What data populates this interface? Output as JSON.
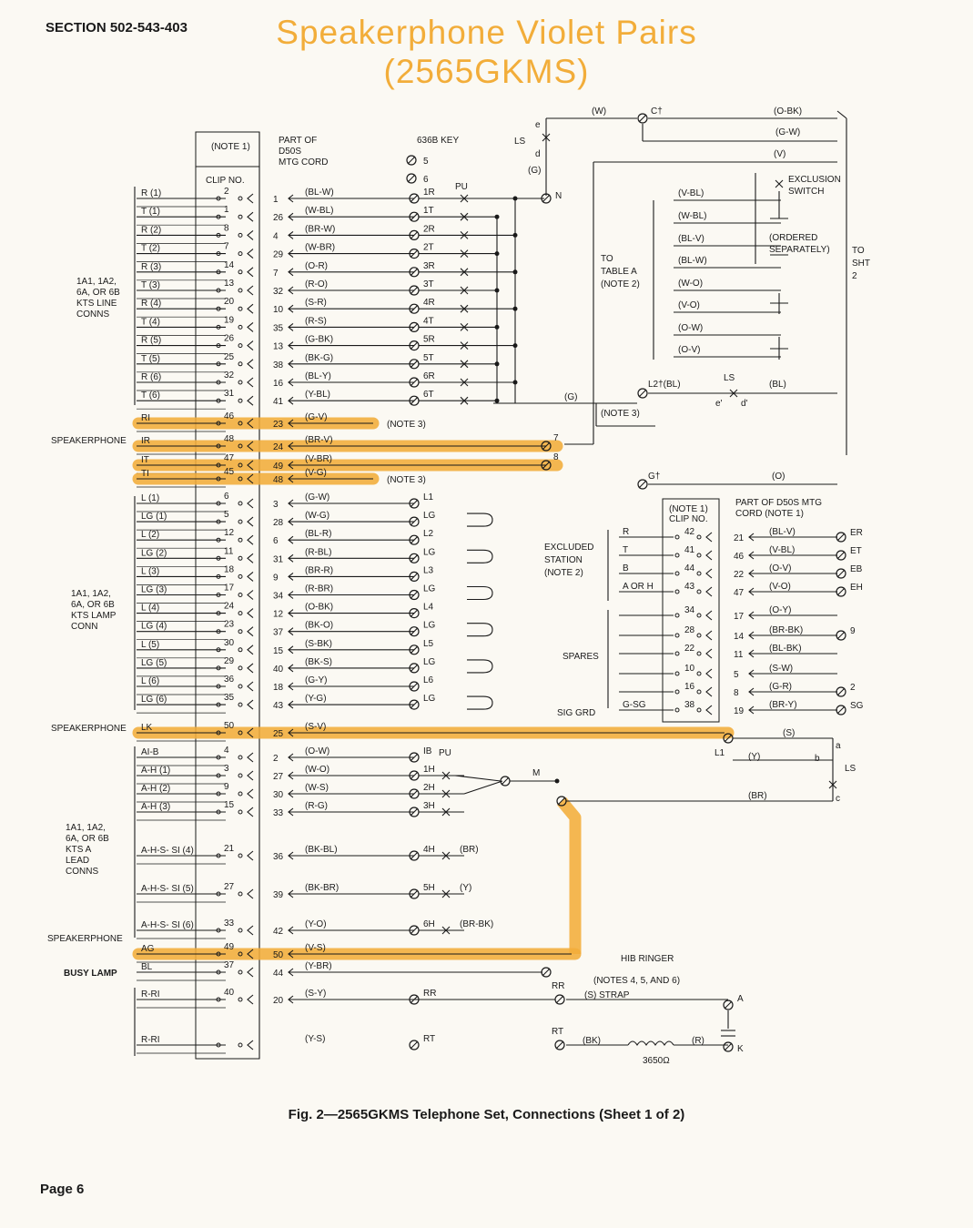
{
  "header": {
    "section": "SECTION 502-543-403",
    "page": "Page 6"
  },
  "title": {
    "line1": "Speakerphone Violet Pairs",
    "line2": "(2565GKMS)"
  },
  "caption": "Fig. 2—2565GKMS Telephone Set, Connections (Sheet 1 of 2)",
  "colors": {
    "highlight": "#f2ad3a",
    "ink": "#1a1a1a",
    "paper": "#fbf9f3"
  },
  "labels": {
    "note1": "(NOTE 1)",
    "clip_no": "CLIP NO.",
    "part_of_d50s": [
      "PART OF",
      "D50S",
      "MTG CORD"
    ],
    "key": "636B KEY",
    "pu": "PU",
    "ls": "LS",
    "kts_line": [
      "1A1, 1A2,",
      "6A, OR 6B",
      "KTS LINE",
      "CONNS"
    ],
    "kts_lamp": [
      "1A1, 1A2,",
      "6A, OR 6B",
      "KTS LAMP",
      "CONN"
    ],
    "kts_lead": [
      "1A1, 1A2,",
      "6A, OR 6B",
      "KTS A",
      "LEAD",
      "CONNS"
    ],
    "speakerphone": "SPEAKERPHONE",
    "busy_lamp": "BUSY LAMP",
    "exclusion": [
      "EXCLUSION",
      "SWITCH"
    ],
    "ordered": [
      "(ORDERED",
      "SEPARATELY)"
    ],
    "to_table": [
      "TO",
      "TABLE A",
      "(NOTE 2)"
    ],
    "to_sht": [
      "TO",
      "SHT",
      "2"
    ],
    "note3": "(NOTE 3)",
    "excluded": [
      "EXCLUDED",
      "STATION",
      "(NOTE 2)"
    ],
    "spares": "SPARES",
    "sig_grd": "SIG GRD",
    "d50s_right": [
      "PART OF D50S MTG",
      "CORD (NOTE 1)"
    ],
    "ringer": "HIB RINGER",
    "ringer_notes": "(NOTES 4, 5, AND 6)",
    "strap": "(S)  STRAP",
    "ohms": "3650Ω",
    "key_5": "5",
    "key_6": "6"
  },
  "line_rows": [
    {
      "lead": "R (1)",
      "clip": "2",
      "pin": "1",
      "wire": "(BL-W)",
      "term": "1R"
    },
    {
      "lead": "T (1)",
      "clip": "1",
      "pin": "26",
      "wire": "(W-BL)",
      "term": "1T"
    },
    {
      "lead": "R (2)",
      "clip": "8",
      "pin": "4",
      "wire": "(BR-W)",
      "term": "2R"
    },
    {
      "lead": "T (2)",
      "clip": "7",
      "pin": "29",
      "wire": "(W-BR)",
      "term": "2T"
    },
    {
      "lead": "R (3)",
      "clip": "14",
      "pin": "7",
      "wire": "(O-R)",
      "term": "3R"
    },
    {
      "lead": "T (3)",
      "clip": "13",
      "pin": "32",
      "wire": "(R-O)",
      "term": "3T"
    },
    {
      "lead": "R (4)",
      "clip": "20",
      "pin": "10",
      "wire": "(S-R)",
      "term": "4R"
    },
    {
      "lead": "T (4)",
      "clip": "19",
      "pin": "35",
      "wire": "(R-S)",
      "term": "4T"
    },
    {
      "lead": "R (5)",
      "clip": "26",
      "pin": "13",
      "wire": "(G-BK)",
      "term": "5R"
    },
    {
      "lead": "T (5)",
      "clip": "25",
      "pin": "38",
      "wire": "(BK-G)",
      "term": "5T"
    },
    {
      "lead": "R (6)",
      "clip": "32",
      "pin": "16",
      "wire": "(BL-Y)",
      "term": "6R"
    },
    {
      "lead": "T (6)",
      "clip": "31",
      "pin": "41",
      "wire": "(Y-BL)",
      "term": "6T"
    }
  ],
  "speaker_rows": [
    {
      "lead": "RI",
      "clip": "46",
      "pin": "23",
      "wire": "(G-V)",
      "end": "(NOTE 3)"
    },
    {
      "lead": "IR",
      "clip": "48",
      "pin": "24",
      "wire": "(BR-V)",
      "end": "7"
    },
    {
      "lead": "IT",
      "clip": "47",
      "pin": "49",
      "wire": "(V-BR)",
      "end": "8"
    },
    {
      "lead": "TI",
      "clip": "45",
      "pin": "48",
      "wire": "(V-G)",
      "end": "(NOTE 3)"
    }
  ],
  "lamp_rows": [
    {
      "lead": "L (1)",
      "clip": "6",
      "pin": "3",
      "wire": "(G-W)",
      "term": "L1"
    },
    {
      "lead": "LG (1)",
      "clip": "5",
      "pin": "28",
      "wire": "(W-G)",
      "term": "LG"
    },
    {
      "lead": "L (2)",
      "clip": "12",
      "pin": "6",
      "wire": "(BL-R)",
      "term": "L2"
    },
    {
      "lead": "LG (2)",
      "clip": "11",
      "pin": "31",
      "wire": "(R-BL)",
      "term": "LG"
    },
    {
      "lead": "L (3)",
      "clip": "18",
      "pin": "9",
      "wire": "(BR-R)",
      "term": "L3"
    },
    {
      "lead": "LG (3)",
      "clip": "17",
      "pin": "34",
      "wire": "(R-BR)",
      "term": "LG"
    },
    {
      "lead": "L (4)",
      "clip": "24",
      "pin": "12",
      "wire": "(O-BK)",
      "term": "L4"
    },
    {
      "lead": "LG (4)",
      "clip": "23",
      "pin": "37",
      "wire": "(BK-O)",
      "term": "LG"
    },
    {
      "lead": "L (5)",
      "clip": "30",
      "pin": "15",
      "wire": "(S-BK)",
      "term": "L5"
    },
    {
      "lead": "LG (5)",
      "clip": "29",
      "pin": "40",
      "wire": "(BK-S)",
      "term": "LG"
    },
    {
      "lead": "L (6)",
      "clip": "36",
      "pin": "18",
      "wire": "(G-Y)",
      "term": "L6"
    },
    {
      "lead": "LG (6)",
      "clip": "35",
      "pin": "43",
      "wire": "(Y-G)",
      "term": "LG"
    }
  ],
  "lk_row": {
    "lead": "LK",
    "clip": "50",
    "pin": "25",
    "wire": "(S-V)",
    "end": "L1",
    "right_wire": "(S)"
  },
  "a_rows": [
    {
      "lead": "AI-B",
      "clip": "4",
      "pin": "2",
      "wire": "(O-W)",
      "term": "IB",
      "tail": ""
    },
    {
      "lead": "A-H (1)",
      "clip": "3",
      "pin": "27",
      "wire": "(W-O)",
      "term": "1H",
      "tail": ""
    },
    {
      "lead": "A-H (2)",
      "clip": "9",
      "pin": "30",
      "wire": "(W-S)",
      "term": "2H",
      "tail": ""
    },
    {
      "lead": "A-H (3)",
      "clip": "15",
      "pin": "33",
      "wire": "(R-G)",
      "term": "3H",
      "tail": ""
    },
    {
      "lead": "A-H-S- SI (4)",
      "clip": "21",
      "pin": "36",
      "wire": "(BK-BL)",
      "term": "4H",
      "tail": "(BR)"
    },
    {
      "lead": "A-H-S- SI (5)",
      "clip": "27",
      "pin": "39",
      "wire": "(BK-BR)",
      "term": "5H",
      "tail": "(Y)"
    },
    {
      "lead": "A-H-S- SI (6)",
      "clip": "33",
      "pin": "42",
      "wire": "(Y-O)",
      "term": "6H",
      "tail": "(BR-BK)"
    }
  ],
  "ag_row": {
    "lead": "AG",
    "clip": "49",
    "pin": "50",
    "wire": "(V-S)"
  },
  "bl_row": {
    "lead": "BL",
    "clip": "37",
    "pin": "44",
    "wire": "(Y-BR)"
  },
  "bottom_rows": [
    {
      "lead": "R-RI",
      "clip": "40",
      "pin": "20",
      "wire": "(S-Y)",
      "term": "RR"
    },
    {
      "lead": "R-RI",
      "clip": "",
      "pin": "",
      "wire": "(Y-S)",
      "term": "RT"
    }
  ],
  "exclusion_wires": [
    "(V-BL)",
    "(W-BL)",
    "(BL-V)",
    "(BL-W)",
    "(W-O)",
    "(V-O)",
    "(O-W)",
    "(O-V)"
  ],
  "top_right": {
    "w": "(W)",
    "c": "C†",
    "obk": "(O-BK)",
    "gw": "(G-W)",
    "v": "(V)",
    "g": "(G)",
    "n": "N",
    "e": "e",
    "d": "d"
  },
  "l2": {
    "label": "L2†(BL)",
    "ls": "LS",
    "bl": "(BL)",
    "g": "(G)",
    "note3": "(NOTE 3)",
    "e": "e'",
    "d": "d'"
  },
  "g_row": {
    "label": "G†",
    "wire": "(O)"
  },
  "table": [
    {
      "lead": "R",
      "clip": "42",
      "pin": "21",
      "wire": "(BL-V)",
      "end": "ER"
    },
    {
      "lead": "T",
      "clip": "41",
      "pin": "46",
      "wire": "(V-BL)",
      "end": "ET"
    },
    {
      "lead": "B",
      "clip": "44",
      "pin": "22",
      "wire": "(O-V)",
      "end": "EB"
    },
    {
      "lead": "A OR H",
      "clip": "43",
      "pin": "47",
      "wire": "(V-O)",
      "end": "EH"
    },
    {
      "lead": "",
      "clip": "34",
      "pin": "17",
      "wire": "(O-Y)",
      "end": ""
    },
    {
      "lead": "",
      "clip": "28",
      "pin": "14",
      "wire": "(BR-BK)",
      "end": "9"
    },
    {
      "lead": "",
      "clip": "22",
      "pin": "11",
      "wire": "(BL-BK)",
      "end": ""
    },
    {
      "lead": "",
      "clip": "10",
      "pin": "5",
      "wire": "(S-W)",
      "end": ""
    },
    {
      "lead": "",
      "clip": "16",
      "pin": "8",
      "wire": "(G-R)",
      "end": "2"
    },
    {
      "lead": "G-SG",
      "clip": "38",
      "pin": "19",
      "wire": "(BR-Y)",
      "end": "SG"
    }
  ],
  "ls_bottom": {
    "y": "(Y)",
    "br": "(BR)",
    "m": "M",
    "a": "a",
    "b": "b",
    "c": "c",
    "ls": "LS"
  },
  "ringer_terms": {
    "a": "A",
    "k": "K",
    "bk": "(BK)",
    "r": "(R)",
    "t": "†"
  }
}
